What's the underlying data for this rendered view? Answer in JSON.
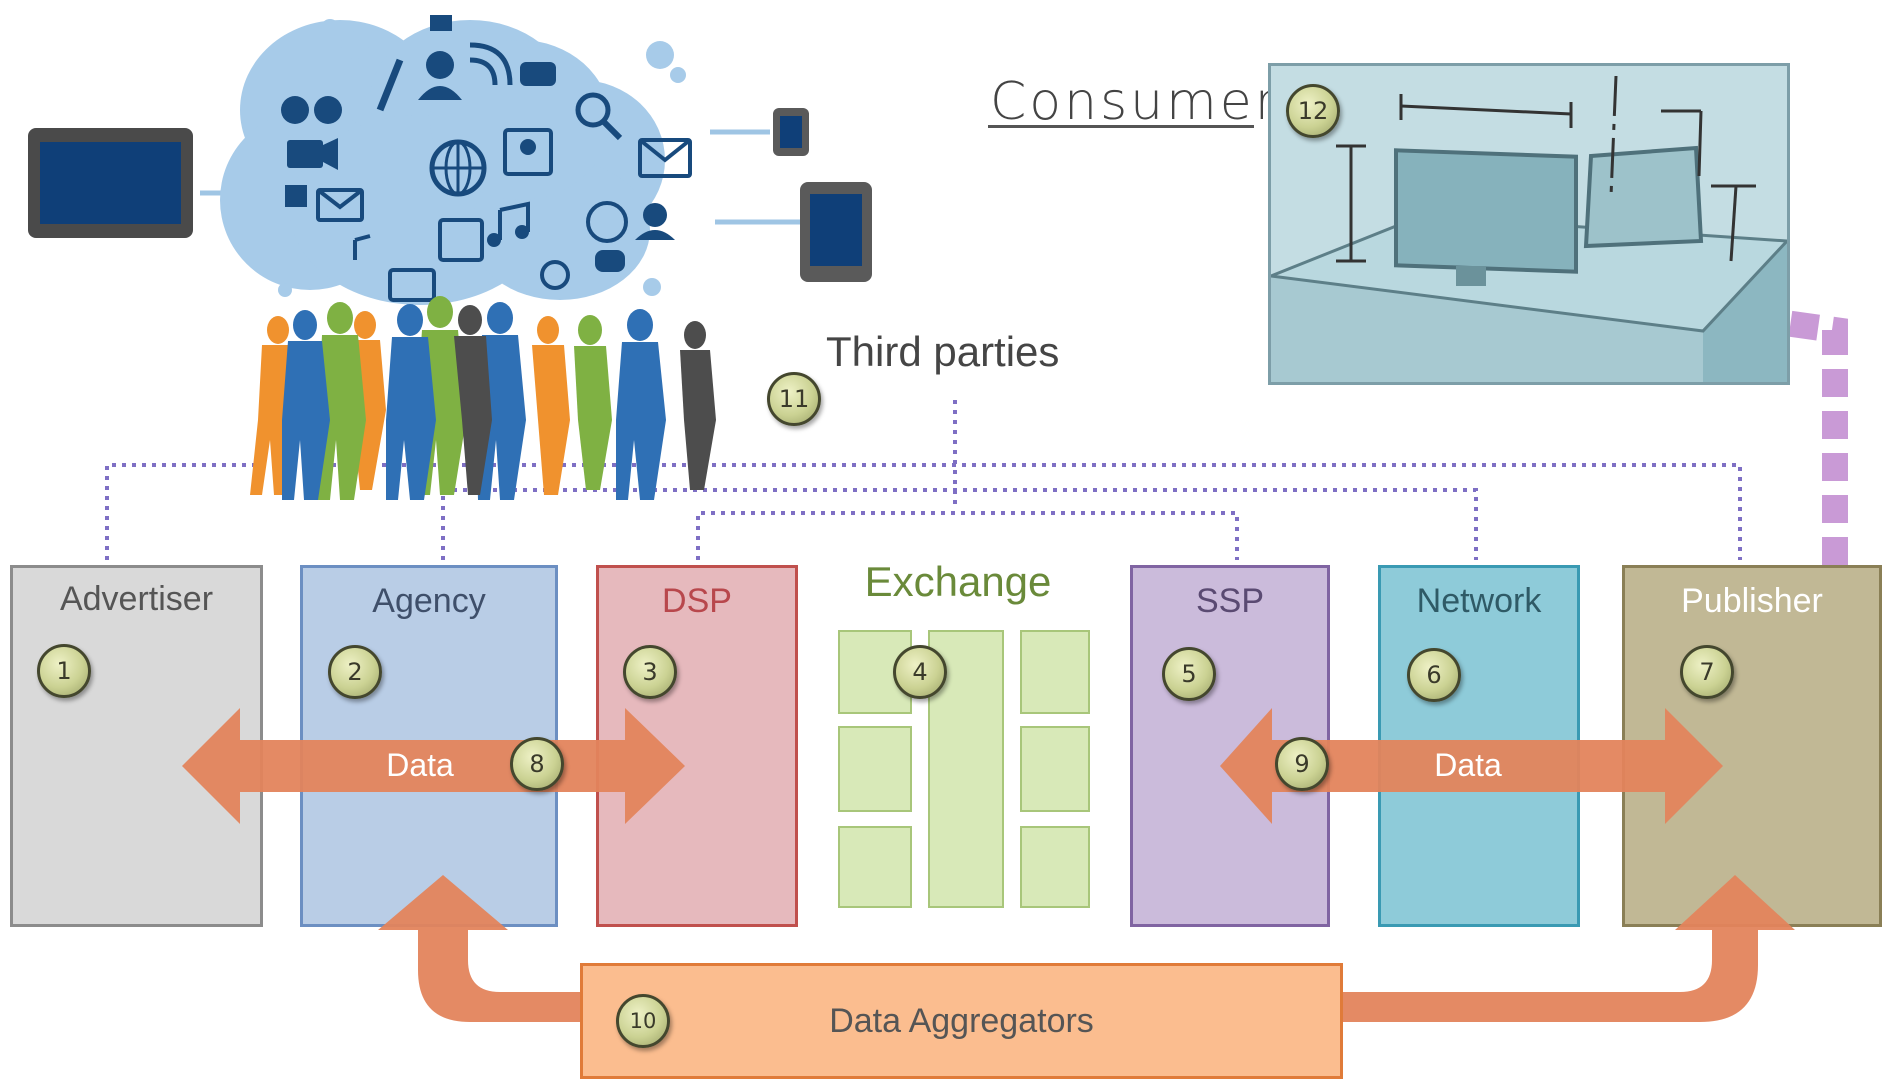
{
  "labels": {
    "consumer": "Consumer",
    "third_parties": "Third parties",
    "exchange": "Exchange",
    "data_left": "Data",
    "data_right": "Data",
    "data_aggregators": "Data Aggregators"
  },
  "boxes": [
    {
      "id": "advertiser",
      "label": "Advertiser",
      "number": "1"
    },
    {
      "id": "agency",
      "label": "Agency",
      "number": "2"
    },
    {
      "id": "dsp",
      "label": "DSP",
      "number": "3"
    },
    {
      "id": "ssp",
      "label": "SSP",
      "number": "5"
    },
    {
      "id": "network",
      "label": "Network",
      "number": "6"
    },
    {
      "id": "publisher",
      "label": "Publisher",
      "number": "7"
    }
  ],
  "numbers": {
    "exchange": "4",
    "data_left": "8",
    "data_right": "9",
    "aggregators": "10",
    "third_parties": "11",
    "consumer": "12"
  },
  "colors": {
    "advertiser": "#d9d9d9",
    "agency": "#b9cde6",
    "dsp": "#e6b9bd",
    "exchange": "#d8e9b8",
    "ssp": "#cbbbdb",
    "network": "#8ecbd9",
    "publisher": "#c1b895",
    "data_arrow": "#e3845c",
    "aggregators": "#fbbd8f",
    "dotted_lines": "#7e6fc4",
    "consumer_link": "#c99ad6"
  }
}
